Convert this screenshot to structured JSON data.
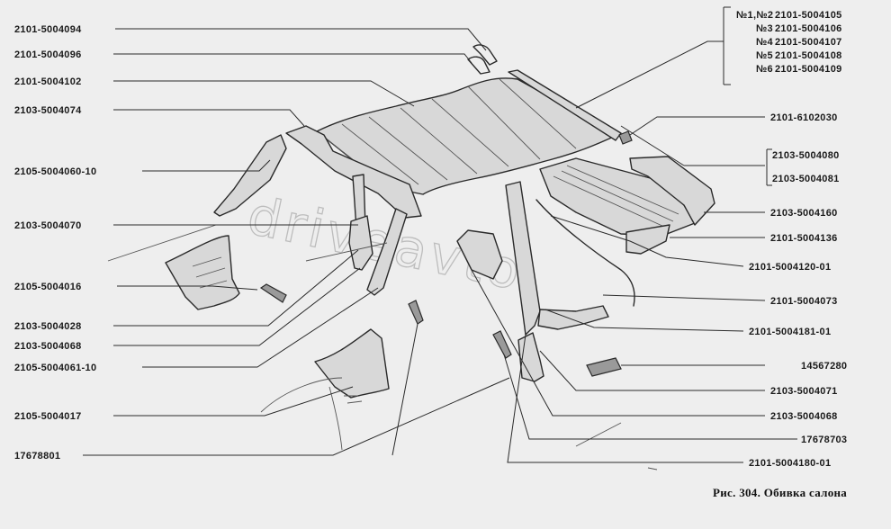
{
  "labels_left": [
    "2101-5004094",
    "2101-5004096",
    "2101-5004102",
    "2103-5004074",
    "2105-5004060-10",
    "2103-5004070",
    "2105-5004016",
    "2103-5004028",
    "2103-5004068",
    "2105-5004061-10",
    "2105-5004017",
    "17678801"
  ],
  "labels_right": [
    "2101-6102030",
    "2103-5004080",
    "2103-5004081",
    "2103-5004160",
    "2101-5004136",
    "2101-5004120-01",
    "2101-5004073",
    "2101-5004181-01",
    "14567280",
    "2103-5004071",
    "2103-5004068",
    "17678703",
    "2101-5004180-01"
  ],
  "variants": [
    {
      "key": "№1,№2",
      "code": "2101-5004105"
    },
    {
      "key": "№3",
      "code": "2101-5004106"
    },
    {
      "key": "№4",
      "code": "2101-5004107"
    },
    {
      "key": "№5",
      "code": "2101-5004108"
    },
    {
      "key": "№6",
      "code": "2101-5004109"
    }
  ],
  "watermark": "driveavto",
  "caption": "Рис. 304. Обивка салона"
}
